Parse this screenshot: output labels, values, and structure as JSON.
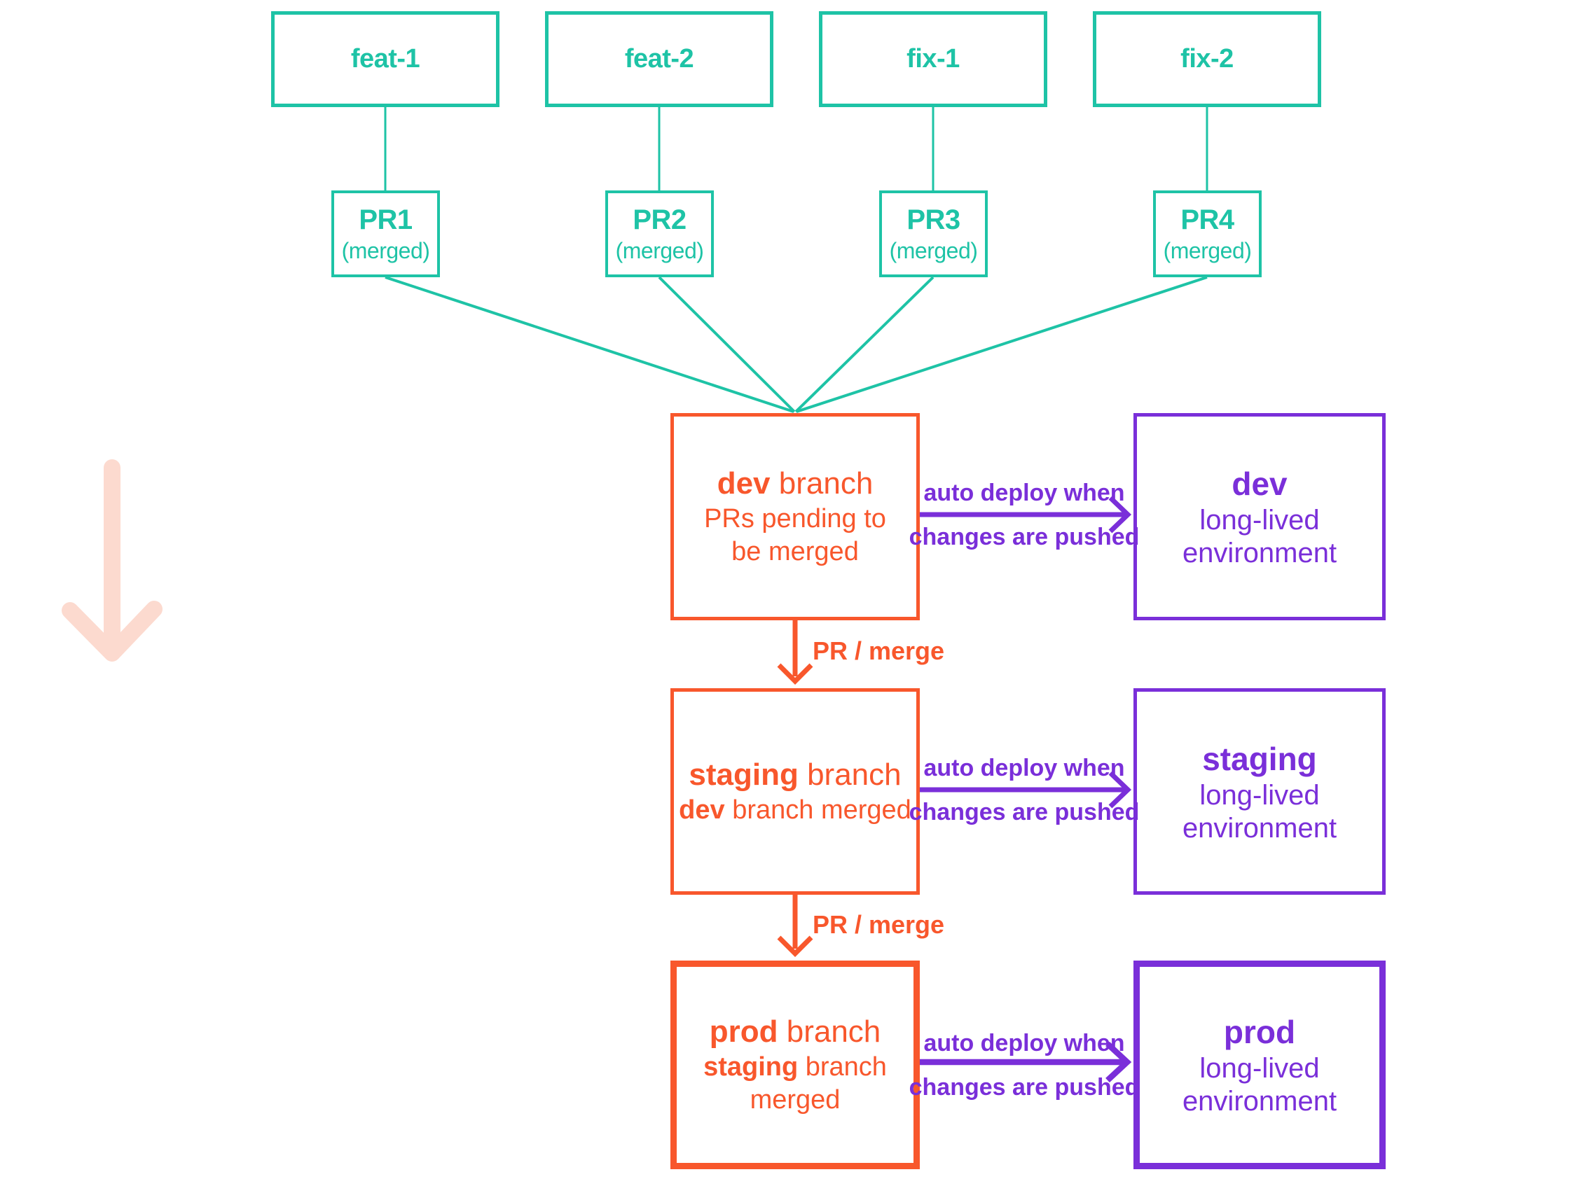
{
  "colors": {
    "teal": "#1ec3a6",
    "orange": "#f8572c",
    "purple": "#7a2fd9",
    "pink": "#fcdacf",
    "background": "#ffffff"
  },
  "feature_branches": [
    {
      "label": "feat-1"
    },
    {
      "label": "feat-2"
    },
    {
      "label": "fix-1"
    },
    {
      "label": "fix-2"
    }
  ],
  "pull_requests": [
    {
      "label": "PR1",
      "status": "(merged)"
    },
    {
      "label": "PR2",
      "status": "(merged)"
    },
    {
      "label": "PR3",
      "status": "(merged)"
    },
    {
      "label": "PR4",
      "status": "(merged)"
    }
  ],
  "branches": [
    {
      "name": "dev",
      "title_suffix": " branch",
      "subtitle_bold": "",
      "subtitle_text": "PRs pending to be merged"
    },
    {
      "name": "staging",
      "title_suffix": " branch",
      "subtitle_bold": "dev",
      "subtitle_text": " branch merged"
    },
    {
      "name": "prod",
      "title_suffix": " branch",
      "subtitle_bold": "staging",
      "subtitle_text": " branch merged"
    }
  ],
  "environments": [
    {
      "name": "dev",
      "description": "long-lived environment"
    },
    {
      "name": "staging",
      "description": "long-lived environment"
    },
    {
      "name": "prod",
      "description": "long-lived environment"
    }
  ],
  "labels": {
    "auto_deploy_line1": "auto deploy when",
    "auto_deploy_line2": "changes are pushed",
    "pr_merge": "PR / merge"
  }
}
